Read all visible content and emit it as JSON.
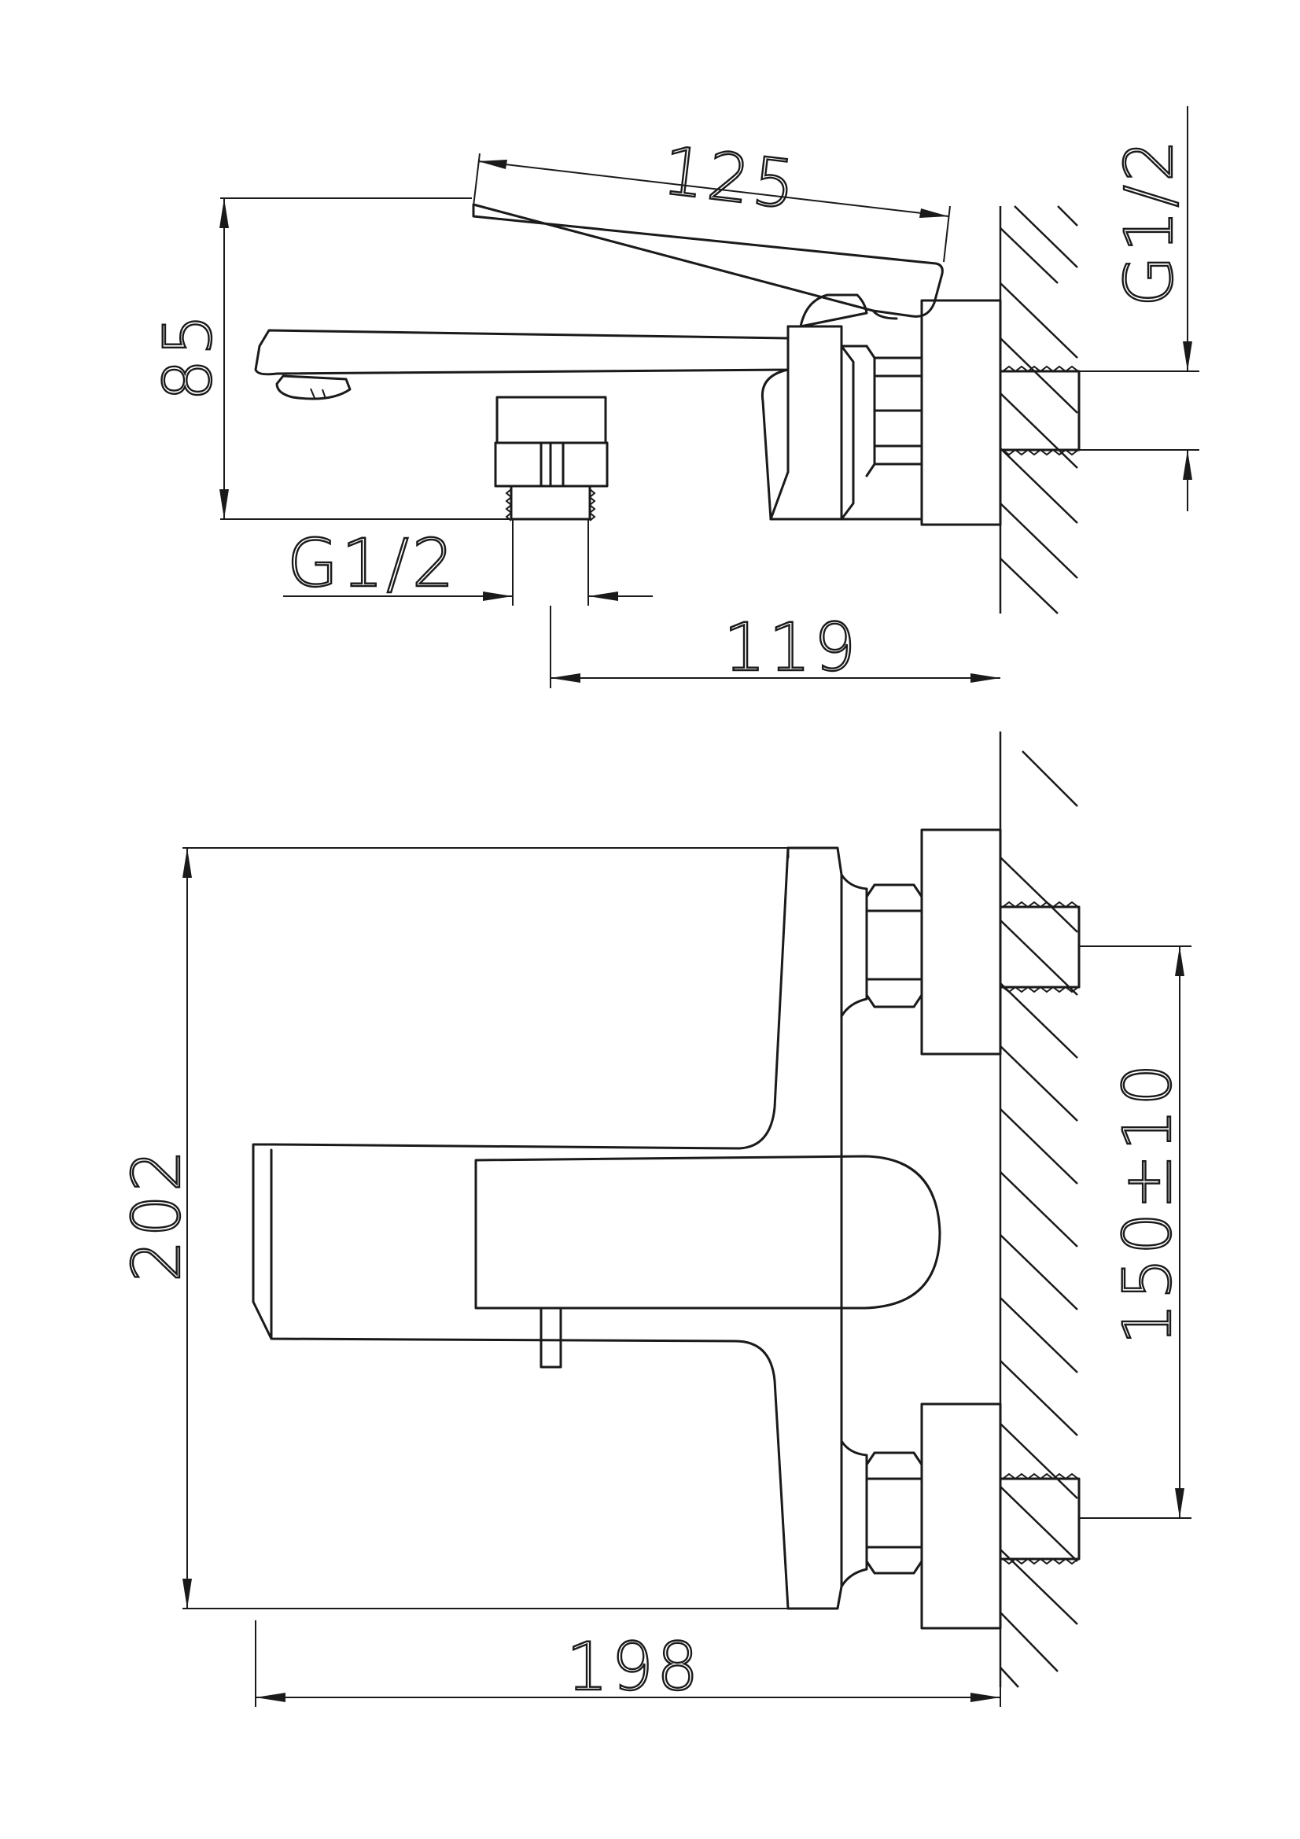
{
  "dimensions": {
    "top_view": {
      "handle_length": "125",
      "height": "85",
      "thread_wall": "G1/2",
      "thread_bottom": "G1/2",
      "projection": "119"
    },
    "front_view": {
      "height": "202",
      "width": "198",
      "center_distance": "150±10"
    }
  },
  "colors": {
    "line": "#1a1a1a",
    "background": "#ffffff"
  }
}
